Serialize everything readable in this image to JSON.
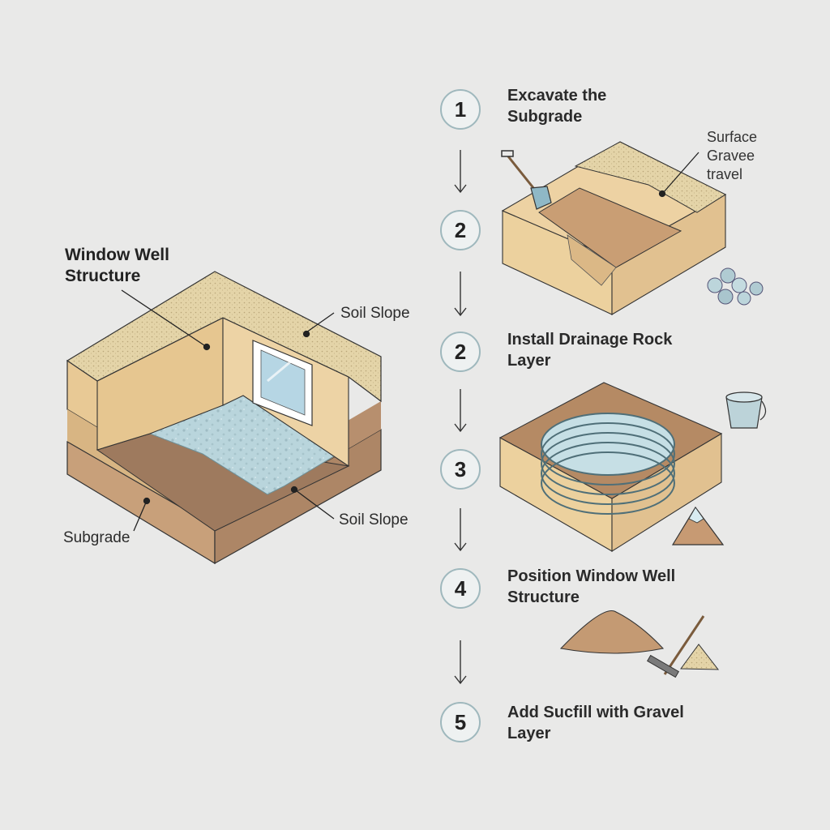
{
  "left_diagram": {
    "title": "Window Well\nStructure",
    "labels": {
      "soil_slope_top": "Soil Slope",
      "soil_slope_bottom": "Soil Slope",
      "subgrade": "Subgrade"
    }
  },
  "steps": [
    {
      "number": "1",
      "title": "Excavate the\nSubgrade"
    },
    {
      "number": "2",
      "title": ""
    },
    {
      "number": "2",
      "title": "Install Drainage Rock\nLayer"
    },
    {
      "number": "3",
      "title": ""
    },
    {
      "number": "4",
      "title": "Position Window Well\nStructure"
    },
    {
      "number": "5",
      "title": "Add Sucfill with Gravel\nLayer"
    }
  ],
  "excavation_labels": {
    "surface": "Surface\nGravee\ntravel"
  },
  "colors": {
    "background": "#e9e9e8",
    "sand_top": "#e3d3a8",
    "soil_light": "#ebcf9f",
    "soil_mid": "#d9b98a",
    "soil_dark": "#a98363",
    "gravel_blue": "#b4d3da",
    "accent_ring": "#9fb8bd"
  }
}
